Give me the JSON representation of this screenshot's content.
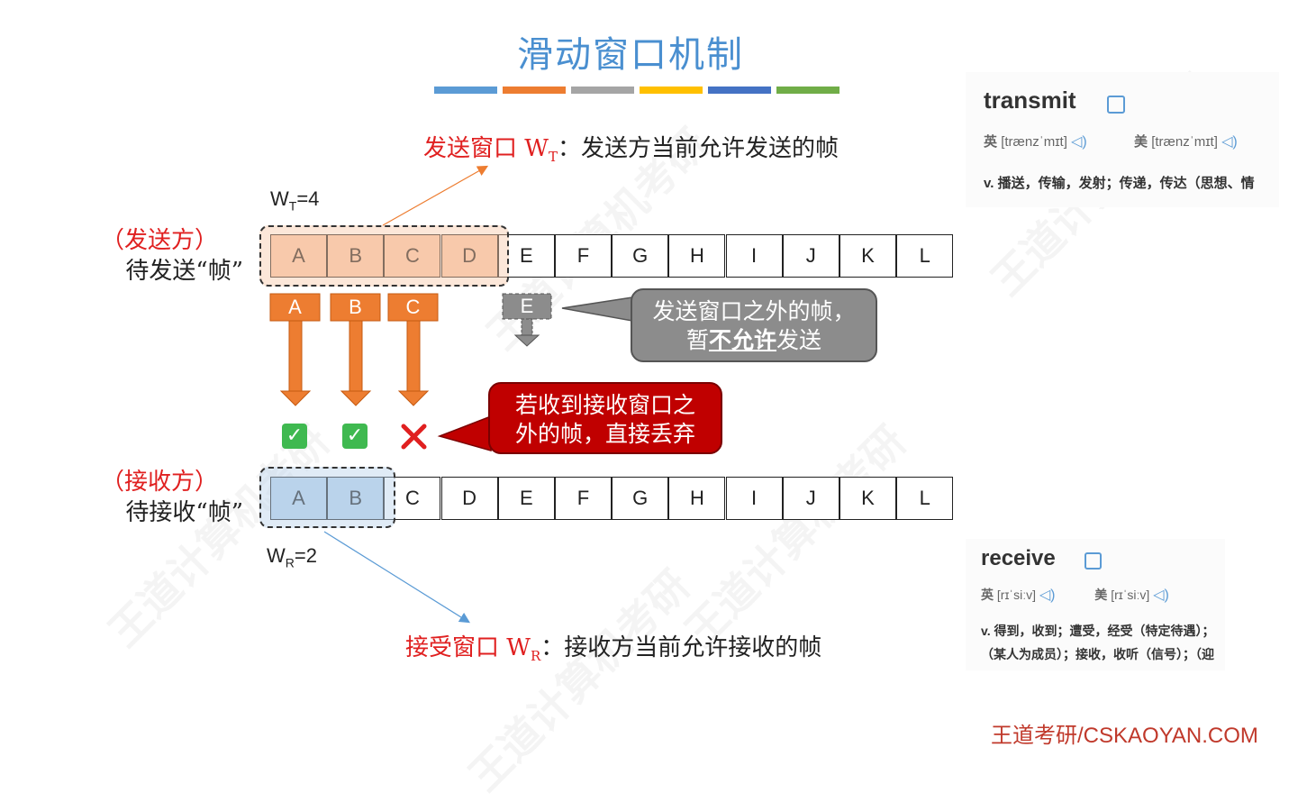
{
  "slide": {
    "title": "滑动窗口机制",
    "title_bar_colors": [
      "#5b9bd5",
      "#ed7d31",
      "#a5a5a5",
      "#ffc000",
      "#4472c4",
      "#70ad47"
    ]
  },
  "sender": {
    "role": "（发送方）",
    "desc": "待发送“帧”",
    "window_label_W": "W",
    "window_label_sub": "T",
    "window_label_val": "=4",
    "frames": [
      "A",
      "B",
      "C",
      "D",
      "E",
      "F",
      "G",
      "H",
      "I",
      "J",
      "K",
      "L"
    ],
    "definition_prefix": "发送窗口 W",
    "definition_sub": "T",
    "definition_text": "：发送方当前允许发送的帧"
  },
  "receiver": {
    "role": "（接收方）",
    "desc": "待接收“帧”",
    "window_label_W": "W",
    "window_label_sub": "R",
    "window_label_val": "=2",
    "frames": [
      "A",
      "B",
      "C",
      "D",
      "E",
      "F",
      "G",
      "H",
      "I",
      "J",
      "K",
      "L"
    ],
    "definition_prefix": "接受窗口 W",
    "definition_sub": "R",
    "definition_text": "：接收方当前允许接收的帧"
  },
  "transit": {
    "sent_frames": [
      "A",
      "B",
      "C"
    ],
    "blocked_frame": "E",
    "results": [
      "check",
      "check",
      "cross"
    ]
  },
  "callouts": {
    "gray_line1": "发送窗口之外的帧，",
    "gray_line2_pre": "暂",
    "gray_line2_em": "不允许",
    "gray_line2_post": "发送",
    "red_line1": "若收到接收窗口之",
    "red_line2": "外的帧，直接丢弃"
  },
  "dict_transmit": {
    "word": "transmit",
    "uk_label": "英",
    "uk_phon": "[trænzˈmɪt]",
    "us_label": "美",
    "us_phon": "[trænzˈmɪt]",
    "definition": "v. 播送，传输，发射；传递，传达（思想、情"
  },
  "dict_receive": {
    "word": "receive",
    "uk_label": "英",
    "uk_phon": "[rɪˈsiːv]",
    "us_label": "美",
    "us_phon": "[rɪˈsiːv]",
    "definition_line1": "v. 得到，收到；遭受，经受（特定待遇）；",
    "definition_line2": "（某人为成员）；接收，收听（信号）；（迎"
  },
  "footer": {
    "brand": "王道考研/CSKAOYAN.COM"
  },
  "watermark": {
    "text": "王道计算机考研"
  },
  "colors": {
    "sender_fill": "#f8c9ab",
    "receiver_fill": "#bad3ec",
    "arrow": "#ed7d31",
    "accent_red": "#e02020",
    "gray_callout": "#8c8c8c",
    "red_callout": "#c00000"
  }
}
